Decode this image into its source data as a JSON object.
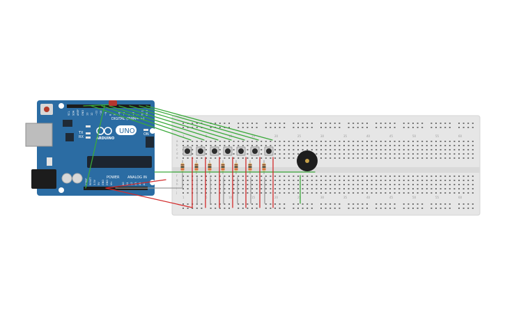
{
  "arduino": {
    "brand": "ARDUINO",
    "model": "UNO",
    "digital_label": "DIGITAL (PWM= ~)",
    "power_label": "POWER",
    "analog_label": "ANALOG IN",
    "on_label": "ON",
    "tx_label": "TX",
    "rx_label": "RX",
    "l_label": "L",
    "top_pins": [
      "SCL",
      "SDA",
      "AREF",
      "GND",
      "13",
      "12",
      "~11",
      "~10",
      "~9",
      "8",
      "7",
      "~6",
      "~5",
      "4",
      "~3",
      "2",
      "TX 1",
      "RX 0"
    ],
    "power_pins": [
      "IOREF",
      "RESET",
      "3.3V",
      "5V",
      "GND",
      "GND",
      "Vin"
    ],
    "analog_pins": [
      "A0",
      "A1",
      "A2",
      "A3",
      "A4",
      "A5"
    ]
  },
  "breadboard": {
    "column_numbers_top": [
      "1",
      "5",
      "10",
      "15",
      "20",
      "25",
      "30",
      "35",
      "40",
      "45",
      "50",
      "55",
      "60"
    ],
    "row_letters_top": [
      "a",
      "b",
      "c",
      "d",
      "e"
    ],
    "row_letters_bottom": [
      "f",
      "g",
      "h",
      "i",
      "j"
    ]
  },
  "colors": {
    "board": "#2b6ca3",
    "board_dark": "#1f5688",
    "breadboard": "#e6e6e6",
    "wire_green": "#3aa93a",
    "wire_red": "#d22b2b",
    "wire_gray": "#9a9a9a",
    "buzzer": "#1e1e1e"
  },
  "components": {
    "pushbutton_count": 7,
    "resistor_count": 7
  }
}
